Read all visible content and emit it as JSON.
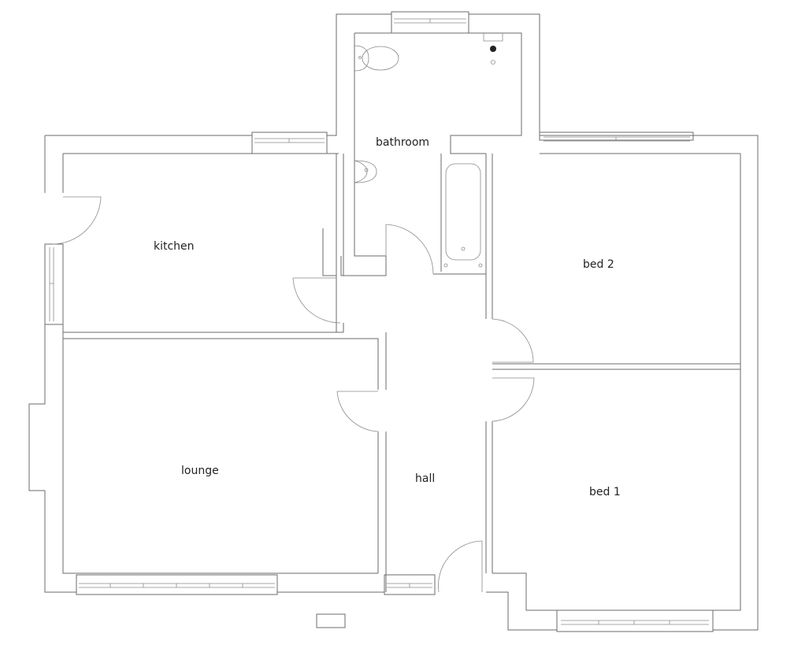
{
  "rooms": {
    "bathroom": "bathroom",
    "kitchen": "kitchen",
    "bed2": "bed 2",
    "lounge": "lounge",
    "hall": "hall",
    "bed1": "bed 1"
  },
  "colors": {
    "line": "#6b6b6b",
    "background": "#ffffff"
  }
}
